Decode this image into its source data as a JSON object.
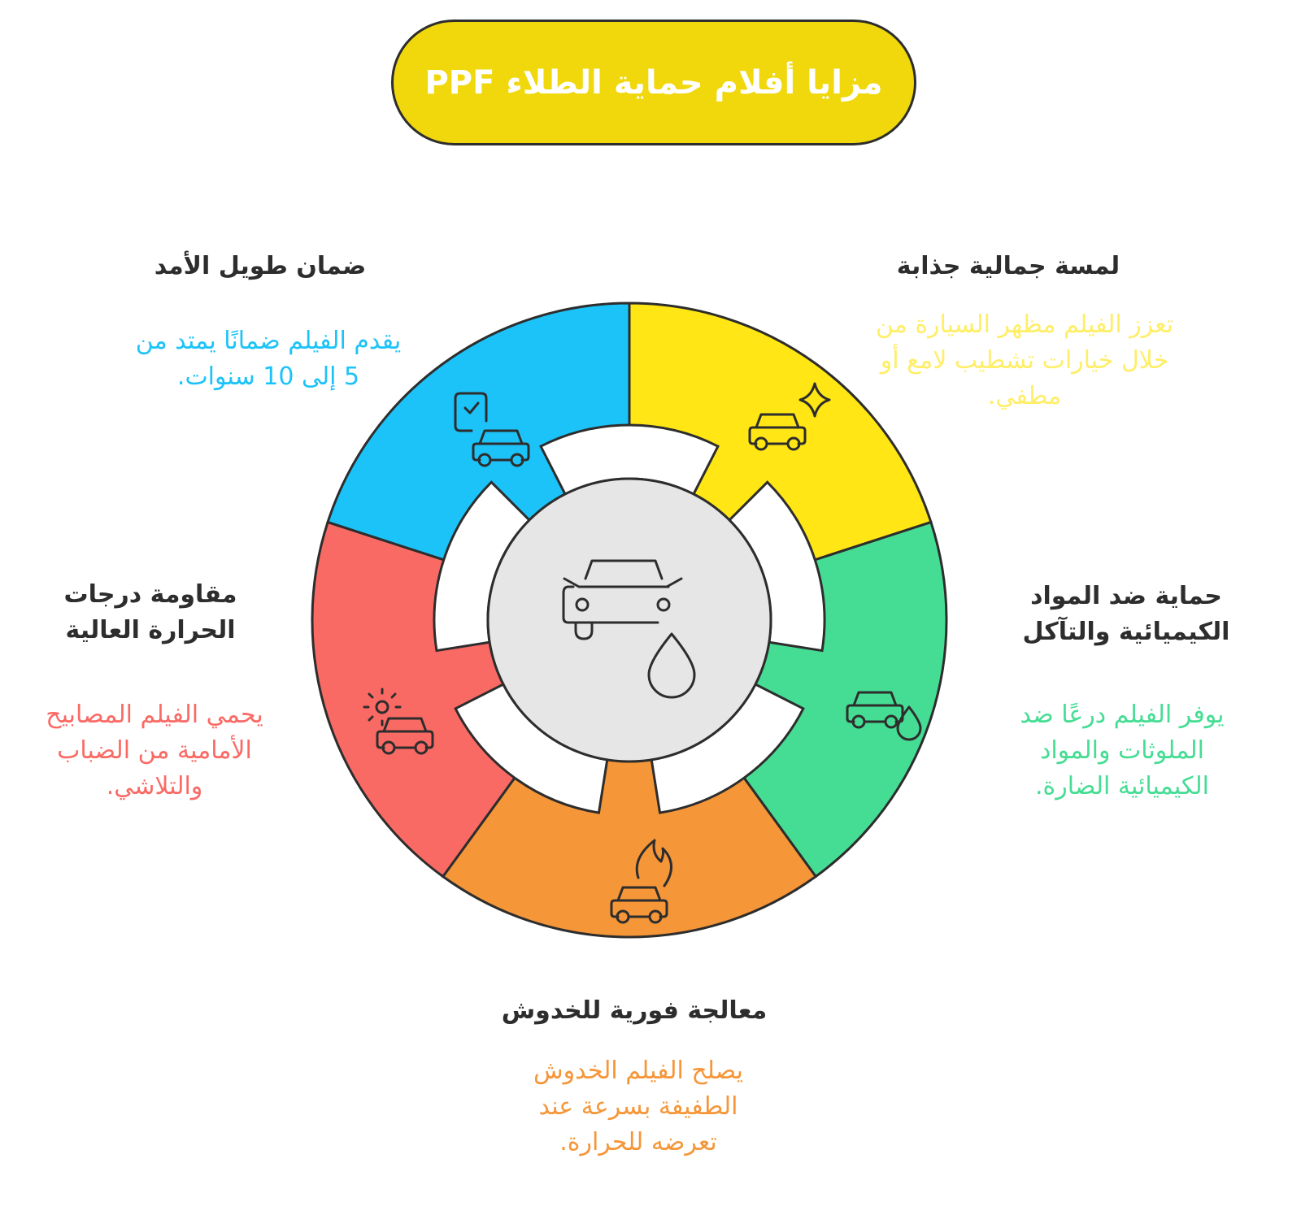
{
  "title": "مزايا أفلام حماية الطلاء PPF",
  "colors": {
    "title": "#F0D80C",
    "blue": "#1CC3F9",
    "yellow": "#FFE614",
    "green": "#45DD94",
    "orange": "#F59638",
    "red": "#FA6A65",
    "center": "#E6E6E6",
    "yellow_text": "#FFEE66"
  },
  "segments": [
    {
      "id": "aesthetic",
      "heading": "لمسة جمالية جذابة",
      "description": "تعزز الفيلم مظهر السيارة من خلال خيارات تشطيب لامع أو مطفي.",
      "color": "#FFE614",
      "icon": "car-sparkle-icon"
    },
    {
      "id": "chemical",
      "heading": "حماية ضد المواد الكيميائية والتآكل",
      "description": "يوفر الفيلم درعًا ضد الملوثات والمواد الكيميائية الضارة.",
      "color": "#45DD94",
      "icon": "car-drop-icon"
    },
    {
      "id": "scratch",
      "heading": "معالجة فورية للخدوش",
      "description": "يصلح الفيلم الخدوش الطفيفة بسرعة عند تعرضه للحرارة.",
      "color": "#F59638",
      "icon": "car-fire-icon"
    },
    {
      "id": "heat",
      "heading": "مقاومة درجات الحرارة العالية",
      "description": "يحمي الفيلم المصابيح الأمامية من الضباب والتلاشي.",
      "color": "#FA6A65",
      "icon": "car-sun-icon"
    },
    {
      "id": "warranty",
      "heading": "ضمان طويل الأمد",
      "description": "يقدم الفيلم ضمانًا يمتد من 5 إلى 10 سنوات.",
      "color": "#1CC3F9",
      "icon": "car-document-check-icon"
    }
  ]
}
